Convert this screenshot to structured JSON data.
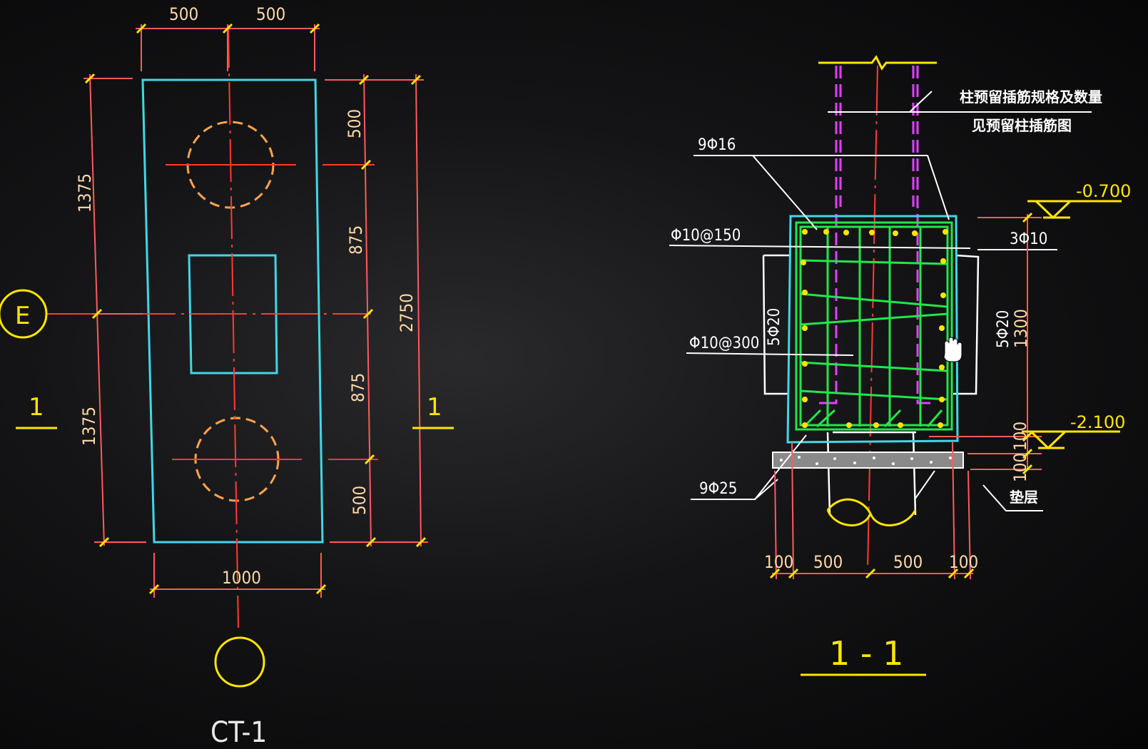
{
  "plan": {
    "name": "CT-1",
    "grid_axis_label": "E",
    "section_mark": "1",
    "dims_top": [
      "500",
      "500"
    ],
    "dims_left": [
      "1375",
      "1375"
    ],
    "dims_right_segments": [
      "500",
      "875",
      "875",
      "500"
    ],
    "dim_right_total": "2750",
    "dim_bottom": "1000"
  },
  "section": {
    "title": "1 - 1",
    "note_line1": "柱预留插筋规格及数量",
    "note_line2": "见预留柱插筋图",
    "rebar_top": "9Φ16",
    "stirrup_1": "Φ10@150",
    "stirrup_2": "Φ10@300",
    "rebar_side_left": "5Φ20",
    "rebar_side_right": "5Φ20",
    "rebar_tie": "3Φ10",
    "rebar_bottom": "9Φ25",
    "elev_top": "-0.700",
    "elev_bottom": "-2.100",
    "dim_height": "1300",
    "dim_100_a": "100",
    "dim_100_b": "100",
    "bedding_label": "垫层",
    "dims_bottom": [
      "100",
      "500",
      "500",
      "100"
    ]
  },
  "colors": {
    "cyan": "#3fd8e6",
    "red": "#ff3b2f",
    "yellow": "#ffe600",
    "green": "#22e64a",
    "magenta": "#e040ff",
    "white": "#ffffff"
  }
}
